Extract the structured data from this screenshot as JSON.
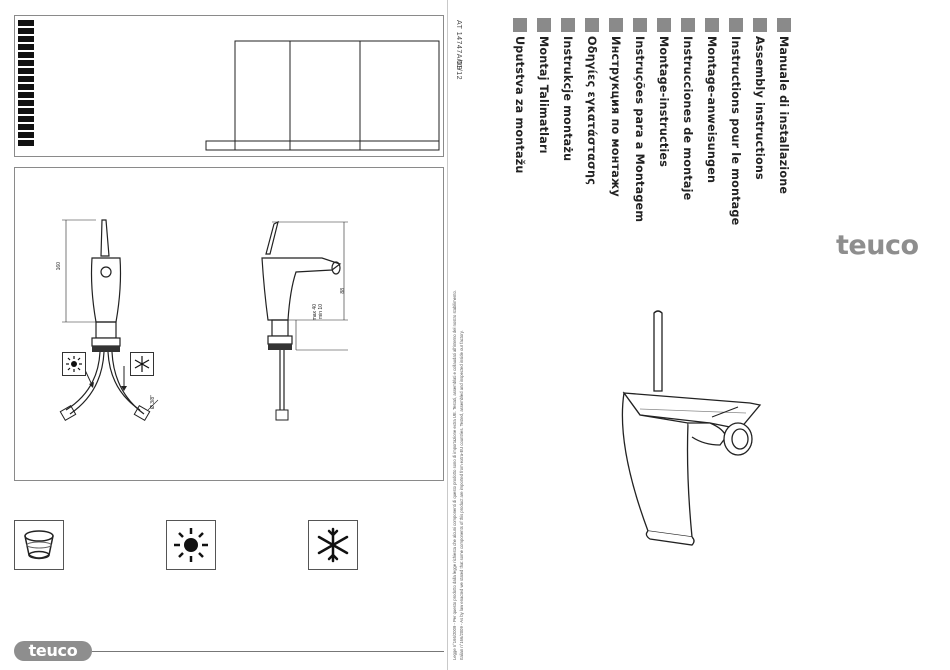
{
  "document": {
    "doc_codes": [
      "01/12",
      "AT 14747A/09"
    ],
    "legal_notes": [
      "Legge n°166/2009 - Per questo prodotto dalla legge richiesta che alcuni componenti di questo prodotto sono di importazione extra UE. Testati, assemblati e collaudati all'interno del nostro stabilimento.",
      "Italian n°166/2009 - As by law enacted we stated that some components of this product are imported from extra-EU countries. Tested, assembled and inspected inside our factory."
    ],
    "languages": [
      "Manuale di installazione",
      "Assembly instructions",
      "Instructions pour le montage",
      "Montage-anweisungen",
      "Instrucciones de montaje",
      "Montage-instructies",
      "Instruções para a Montagem",
      "Инструкция по монтажу",
      "Οδηγίες εγκατάστασης",
      "Instrukcje montażu",
      "Montaj Talimatları",
      "Uputstva za montažu"
    ],
    "brand": "teuco"
  },
  "diagram": {
    "dims": {
      "height": "160",
      "spout": "88",
      "max": "max 40",
      "min": "min 10",
      "hose": "Ø 3/8\""
    }
  },
  "icons": [
    "gasket-icon",
    "sun-icon",
    "snowflake-icon"
  ],
  "colors": {
    "accent_gray": "#8e8e8e",
    "square_gray": "#8a8a8a"
  }
}
